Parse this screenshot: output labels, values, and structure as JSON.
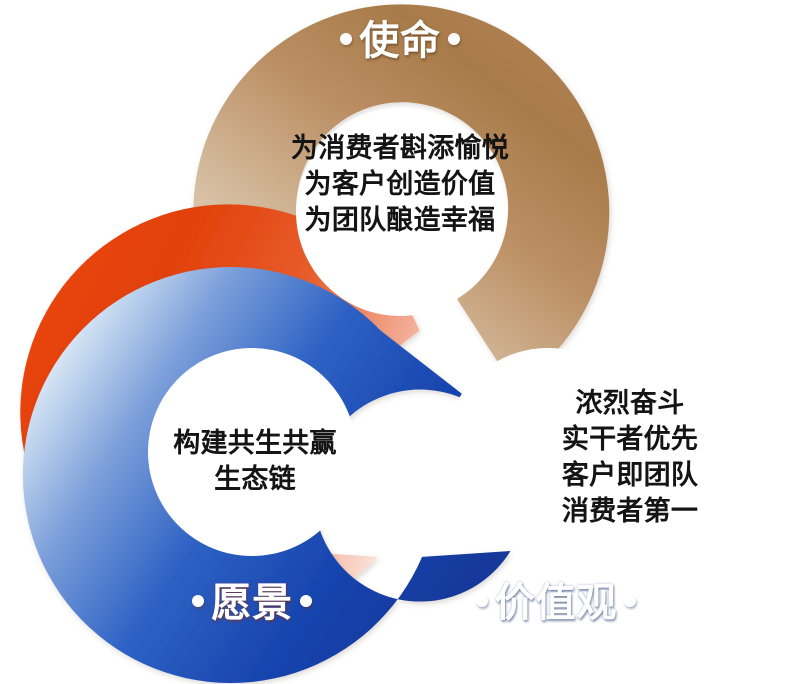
{
  "diagram": {
    "title_mission": "使命",
    "title_vision": "愿景",
    "title_values": "价值观",
    "mission_lines": [
      "为消费者斟添愉悦",
      "为客户创造价值",
      "为团队酿造幸福"
    ],
    "vision_lines": [
      "构建共生共赢",
      "生态链"
    ],
    "values_lines": [
      "浓烈奋斗",
      "实干者优先",
      "客户即团队",
      "消费者第一"
    ],
    "colors": {
      "mission_dark": "#9D7244",
      "mission_mid": "#BE9264",
      "mission_light": "#E6D3BC",
      "vision_dark": "#E0400B",
      "vision_mid": "#E95A2A",
      "vision_light": "#F7C6B4",
      "values_dark": "#113A9E",
      "values_mid": "#2258C2",
      "values_light": "#CDDDF2",
      "text_dark": "#141414",
      "text_light": "#FFFFFF",
      "background": "#FFFFFF"
    }
  }
}
